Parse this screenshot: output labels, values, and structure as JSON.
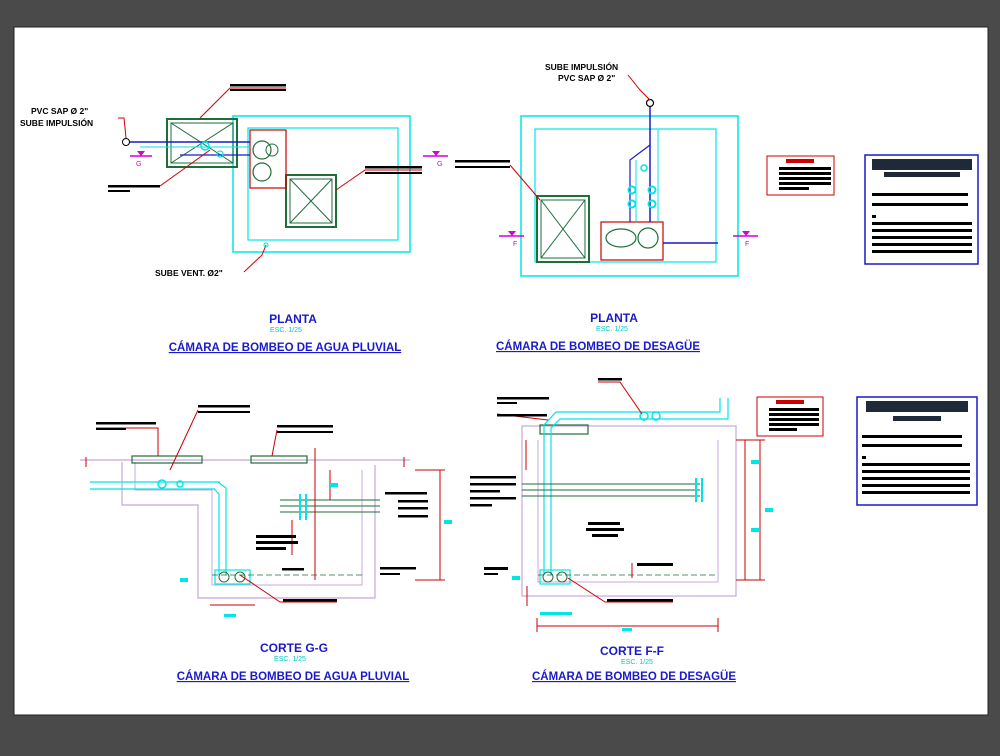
{
  "sheet": {
    "background": "#4a4a4a",
    "paper": "#ffffff"
  },
  "colors": {
    "cyan": "#00e5e5",
    "blue": "#1a1acc",
    "red": "#cc0000",
    "green": "#1e6e3a",
    "lilac": "#c7a8d8",
    "magenta": "#d400d4",
    "black": "#000000"
  },
  "views": {
    "plan_rain": {
      "title": "PLANTA",
      "scale": "ESC. 1/25",
      "subtitle": "CÁMARA DE BOMBEO DE AGUA PLUVIAL",
      "pipe_label_1": "PVC SAP Ø 2\"",
      "pipe_label_2": "SUBE IMPULSIÓN",
      "vent_label": "SUBE VENT. Ø2\"",
      "cut_mark": "G"
    },
    "plan_waste": {
      "title": "PLANTA",
      "scale": "ESC. 1/25",
      "subtitle": "CÁMARA DE BOMBEO DE DESAGÜE",
      "pipe_label_1": "SUBE IMPULSIÓN",
      "pipe_label_2": "PVC SAP Ø 2\"",
      "cut_mark": "F"
    },
    "section_rain": {
      "title": "CORTE G-G",
      "scale": "ESC. 1/25",
      "subtitle": "CÁMARA DE BOMBEO DE AGUA PLUVIAL"
    },
    "section_waste": {
      "title": "CORTE F-F",
      "scale": "ESC. 1/25",
      "subtitle": "CÁMARA DE BOMBEO DE DESAGÜE"
    }
  }
}
